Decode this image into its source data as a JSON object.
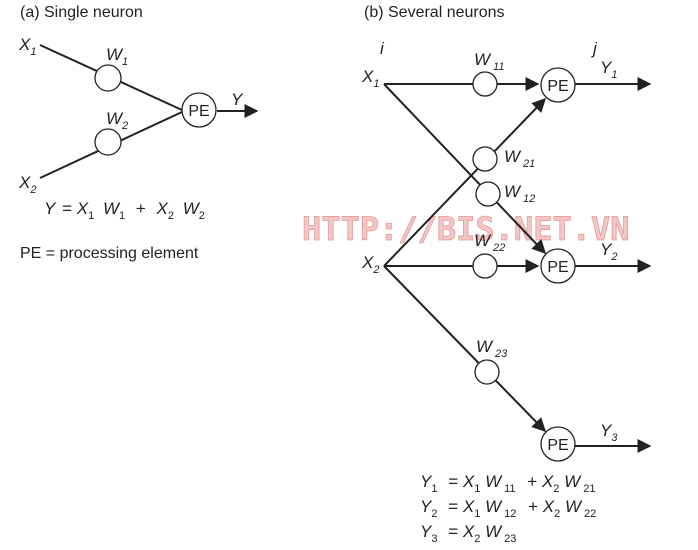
{
  "panel_a": {
    "title": "(a) Single neuron",
    "x1": "X",
    "x1_sub": "1",
    "x2": "X",
    "x2_sub": "2",
    "w1": "W",
    "w1_sub": "1",
    "w2": "W",
    "w2_sub": "2",
    "pe": "PE",
    "y": "Y",
    "eq": {
      "lhs": "Y",
      "eq": "=",
      "t1": "X",
      "t1_sub": "1",
      "t2": "W",
      "t2_sub": "1",
      "plus": "+",
      "t3": "X",
      "t3_sub": "2",
      "t4": "W",
      "t4_sub": "2"
    },
    "legend": "PE = processing element"
  },
  "panel_b": {
    "title": "(b) Several neurons",
    "i": "i",
    "j": "j",
    "x1": "X",
    "x1_sub": "1",
    "x2": "X",
    "x2_sub": "2",
    "w11": "W",
    "w11_sub": "11",
    "w21": "W",
    "w21_sub": "21",
    "w12": "W",
    "w12_sub": "12",
    "w22": "W",
    "w22_sub": "22",
    "w23": "W",
    "w23_sub": "23",
    "pe1": "PE",
    "pe2": "PE",
    "pe3": "PE",
    "y1": "Y",
    "y1_sub": "1",
    "y2": "Y",
    "y2_sub": "2",
    "y3": "Y",
    "y3_sub": "3",
    "eqs": [
      {
        "y": "Y",
        "y_sub": "1",
        "eq": "=",
        "a": "X",
        "a_sub": "1",
        "b": "W",
        "b_sub": "11",
        "plus": "+",
        "c": "X",
        "c_sub": "2",
        "d": "W",
        "d_sub": "21"
      },
      {
        "y": "Y",
        "y_sub": "2",
        "eq": "=",
        "a": "X",
        "a_sub": "1",
        "b": "W",
        "b_sub": "12",
        "plus": "+",
        "c": "X",
        "c_sub": "2",
        "d": "W",
        "d_sub": "22"
      },
      {
        "y": "Y",
        "y_sub": "3",
        "eq": "=",
        "a": "X",
        "a_sub": "2",
        "b": "W",
        "b_sub": "23"
      }
    ]
  },
  "watermark": "HTTP://BIS.NET.VN"
}
